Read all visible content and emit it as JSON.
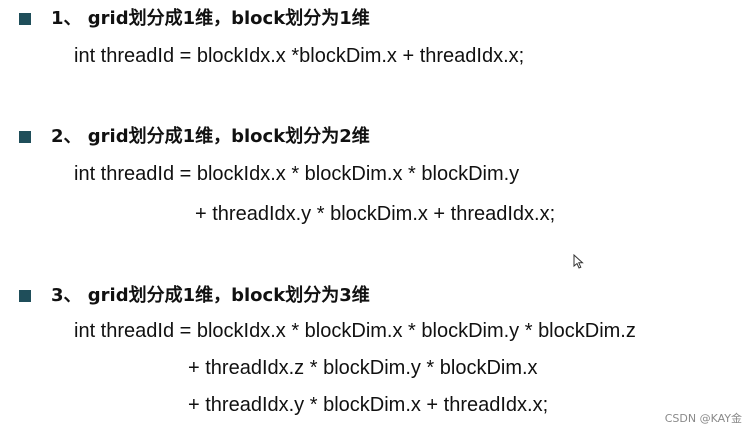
{
  "sections": [
    {
      "heading": "1、 grid划分成1维，block划分为1维",
      "lines": [
        "int threadId = blockIdx.x *blockDim.x + threadIdx.x;"
      ]
    },
    {
      "heading": "2、 grid划分成1维，block划分为2维",
      "lines": [
        "int threadId = blockIdx.x * blockDim.x * blockDim.y",
        "+ threadIdx.y * blockDim.x + threadIdx.x;"
      ]
    },
    {
      "heading": "3、 grid划分成1维，block划分为3维",
      "lines": [
        "int threadId = blockIdx.x * blockDim.x * blockDim.y * blockDim.z",
        "+ threadIdx.z * blockDim.y * blockDim.x",
        "+ threadIdx.y * blockDim.x + threadIdx.x;"
      ]
    }
  ],
  "watermark": "CSDN @KAY金",
  "colors": {
    "bullet": "#1f4e5a",
    "text": "#111111",
    "watermark": "#8a8a8a"
  },
  "icons": {
    "bullet": "square-bullet-icon",
    "cursor": "mouse-pointer-icon"
  }
}
